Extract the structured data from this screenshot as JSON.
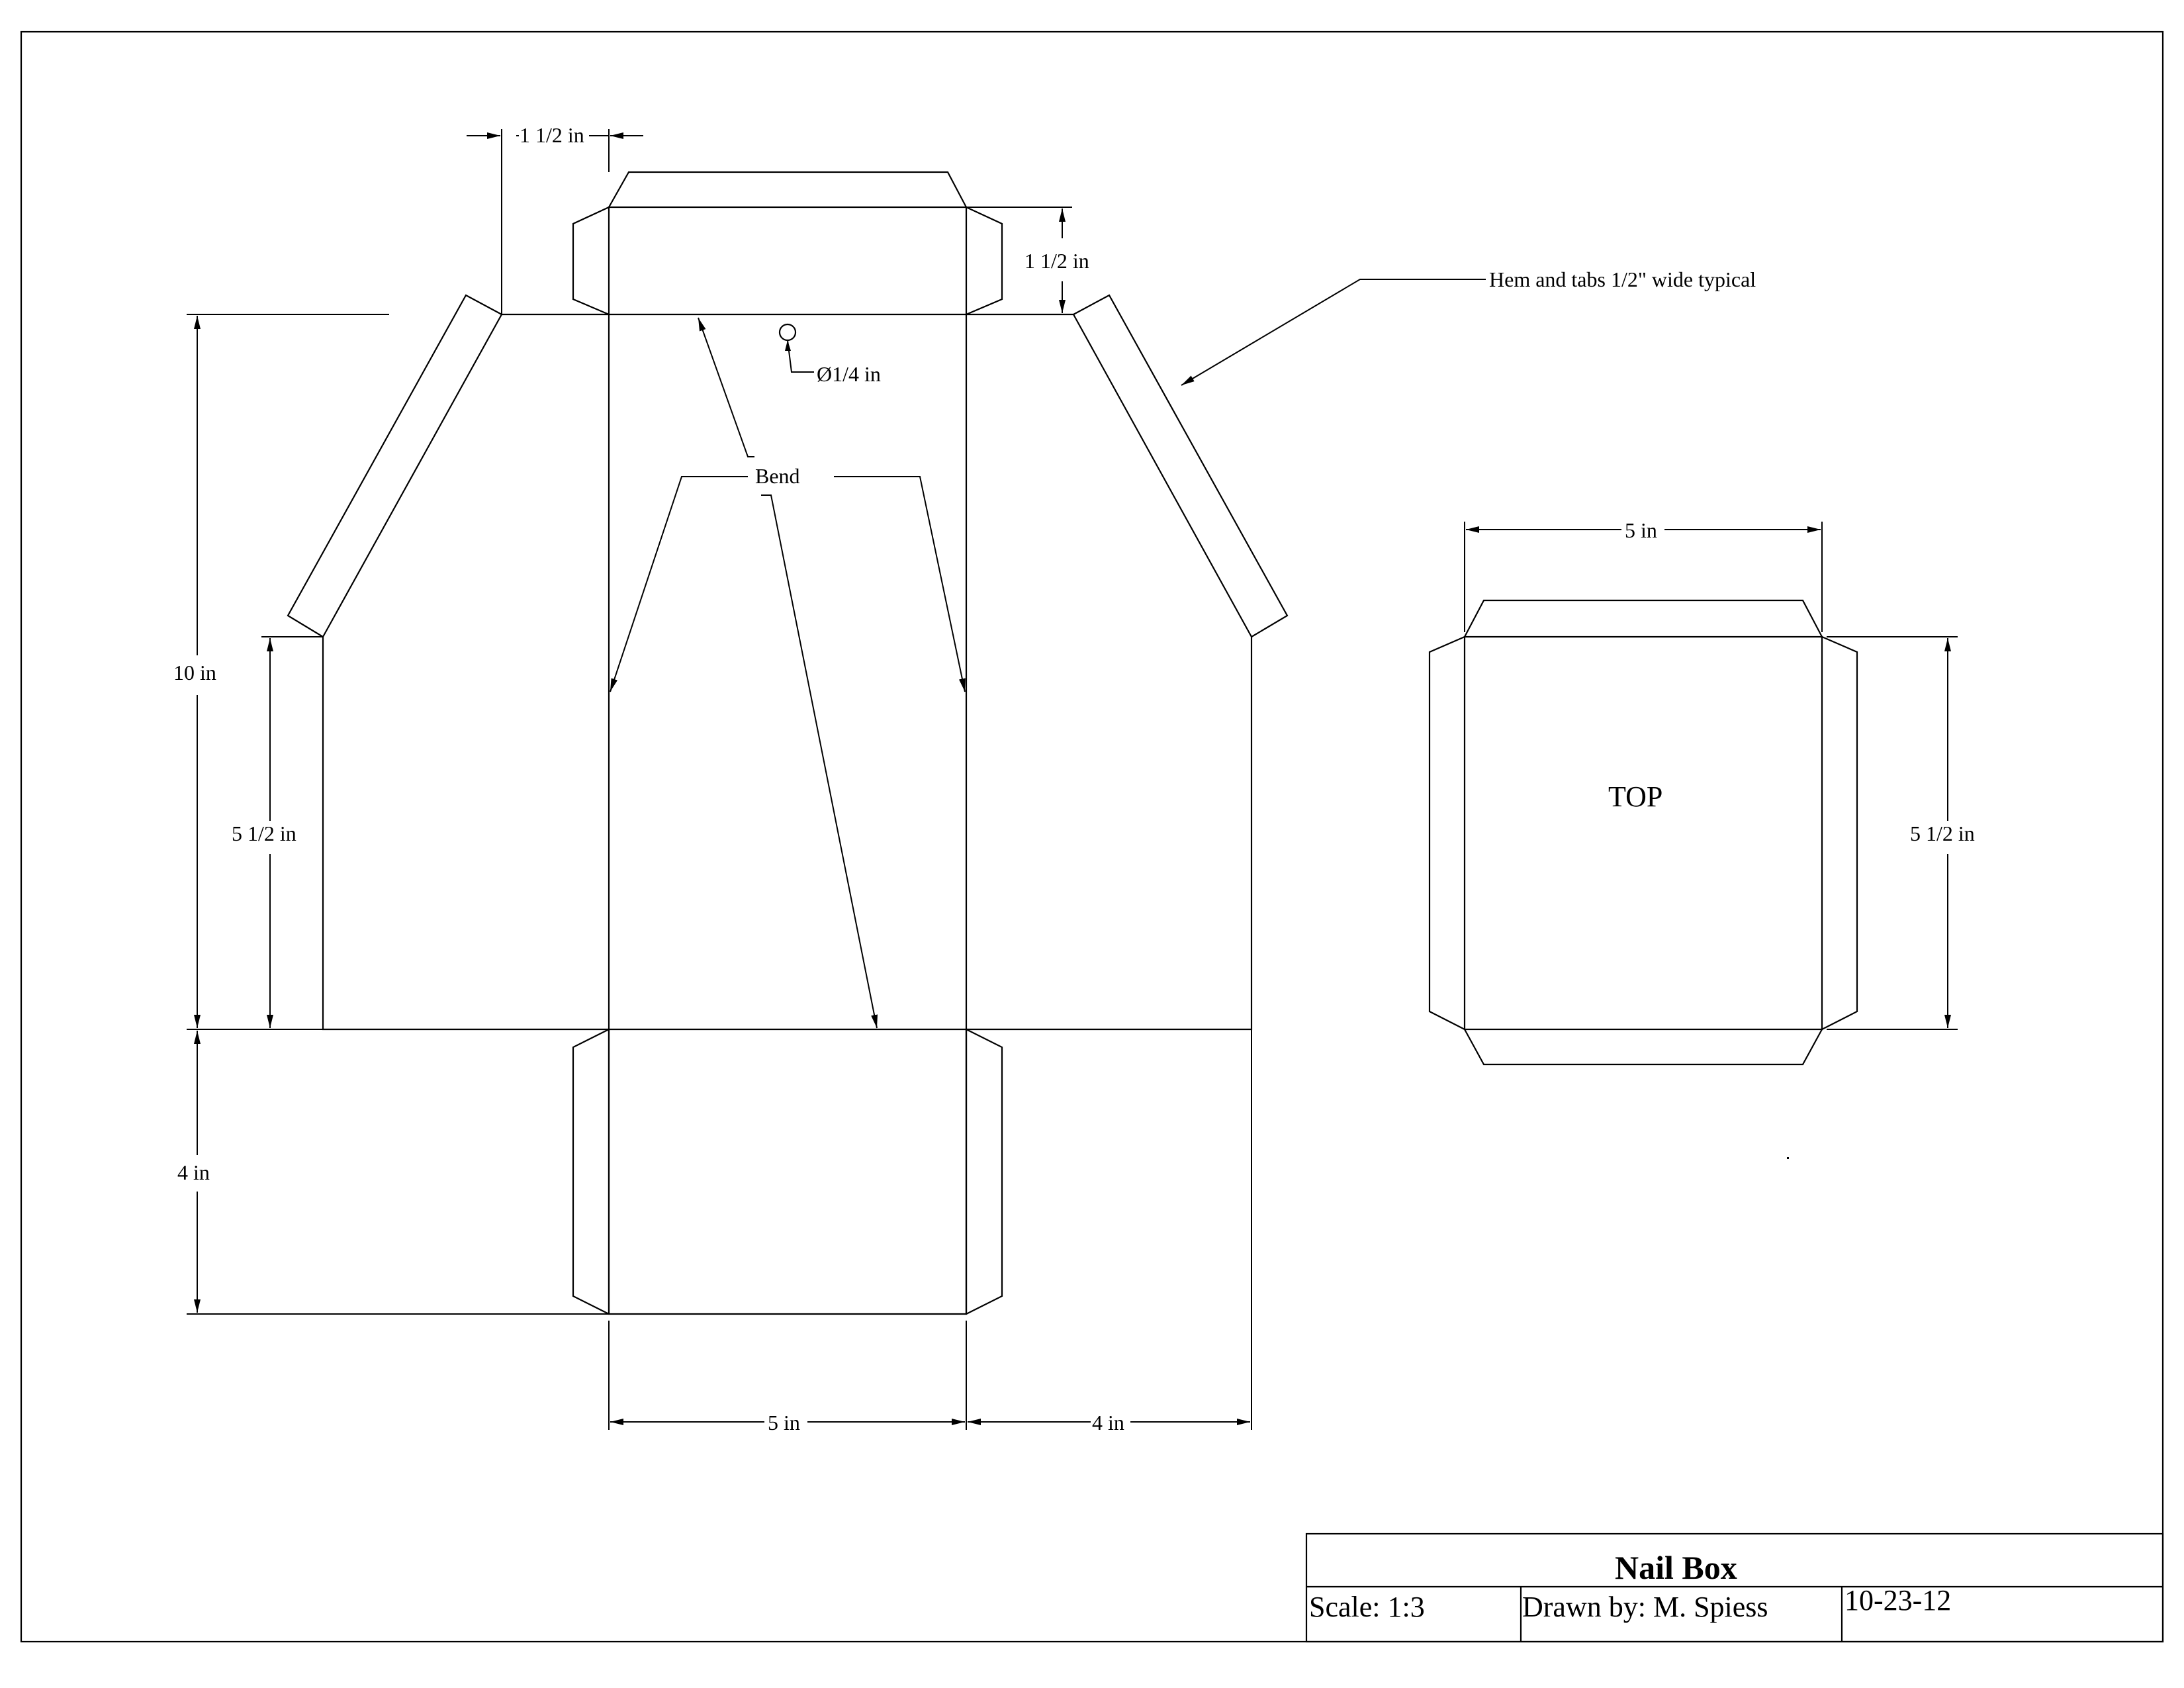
{
  "title_block": {
    "title": "Nail Box",
    "scale": "Scale: 1:3",
    "drawn_by": "Drawn by: M. Spiess",
    "date": "10-23-12"
  },
  "dimensions": {
    "tab_width": "1 1/2 in",
    "tab_height": "1 1/2 in",
    "hole": "Ø1/4 in",
    "total_height": "10 in",
    "side_height": "5 1/2 in",
    "bottom_height": "4 in",
    "bottom_width": "5 in",
    "side_width": "4 in",
    "top_width": "5 in",
    "top_height": "5 1/2 in"
  },
  "labels": {
    "bend": "Bend",
    "hem_note": "Hem and tabs 1/2\" wide typical",
    "top": "TOP"
  }
}
